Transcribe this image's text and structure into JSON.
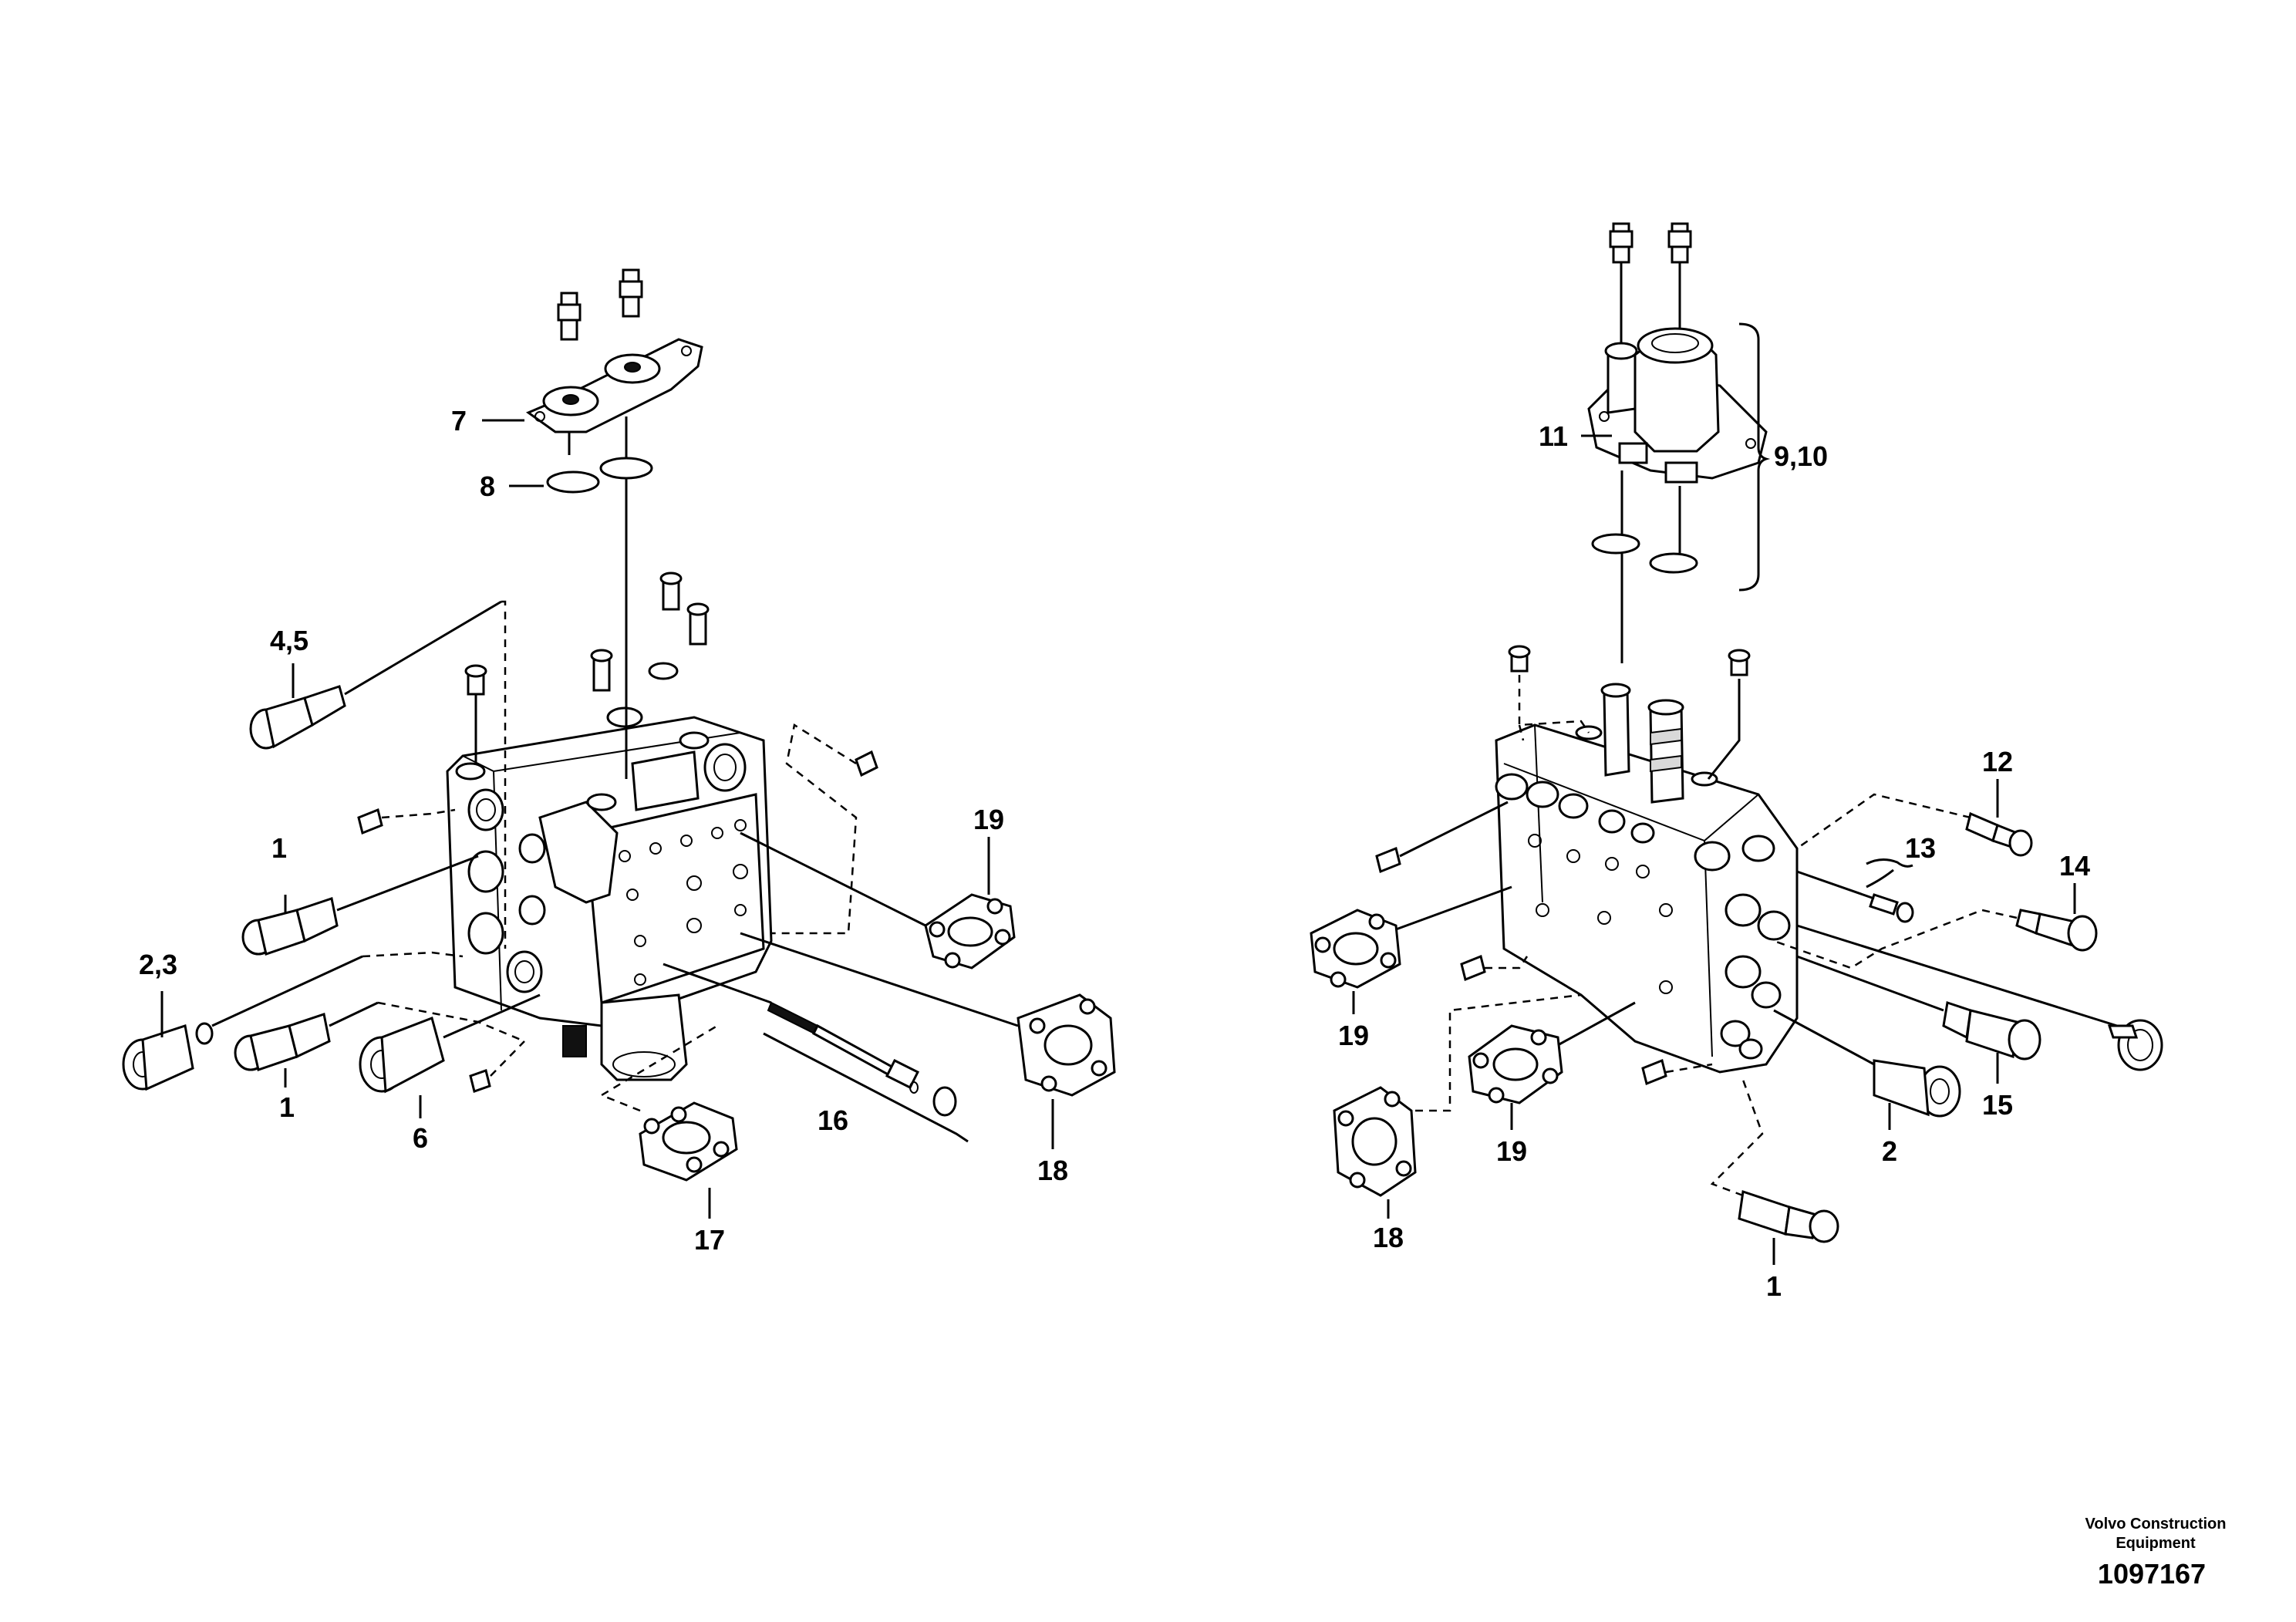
{
  "diagram": {
    "labels": [
      "1",
      "2,3",
      "1",
      "6",
      "4,5",
      "7",
      "8",
      "16",
      "17",
      "18",
      "19",
      "11",
      "9,10",
      "12",
      "13",
      "14",
      "19",
      "19",
      "18",
      "1",
      "2",
      "15"
    ]
  },
  "footer": {
    "company_line1": "Volvo Construction",
    "company_line2": "Equipment",
    "drawing_number": "1097167"
  }
}
